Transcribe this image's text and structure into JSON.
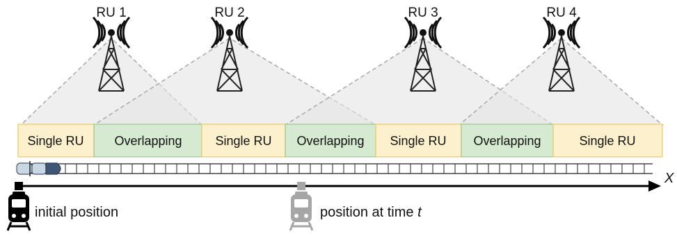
{
  "radio_units": [
    {
      "label": "RU 1"
    },
    {
      "label": "RU 2"
    },
    {
      "label": "RU 3"
    },
    {
      "label": "RU 4"
    }
  ],
  "segments": [
    {
      "label": "Single RU",
      "kind": "single"
    },
    {
      "label": "Overlapping",
      "kind": "overlap"
    },
    {
      "label": "Single RU",
      "kind": "single"
    },
    {
      "label": "Overlapping",
      "kind": "overlap"
    },
    {
      "label": "Single RU",
      "kind": "single"
    },
    {
      "label": "Overlapping",
      "kind": "overlap"
    },
    {
      "label": "Single RU",
      "kind": "single"
    }
  ],
  "axis_label": "X",
  "initial_position_label": "initial position",
  "position_at_t_label": "position at time ",
  "position_at_t_var": "t",
  "colors": {
    "single_fill": "#fdf0cc",
    "single_stroke": "#e8c96a",
    "overlap_fill": "#d6e9d1",
    "overlap_stroke": "#9cc58e",
    "coverage_fill": "#e4e4e4",
    "coverage_dash": "#a8a8a8",
    "train_dark": "#000000",
    "train_gray": "#a6a6a6"
  },
  "icons": [
    "antenna-tower-icon",
    "train-icon",
    "train-car-icon"
  ]
}
